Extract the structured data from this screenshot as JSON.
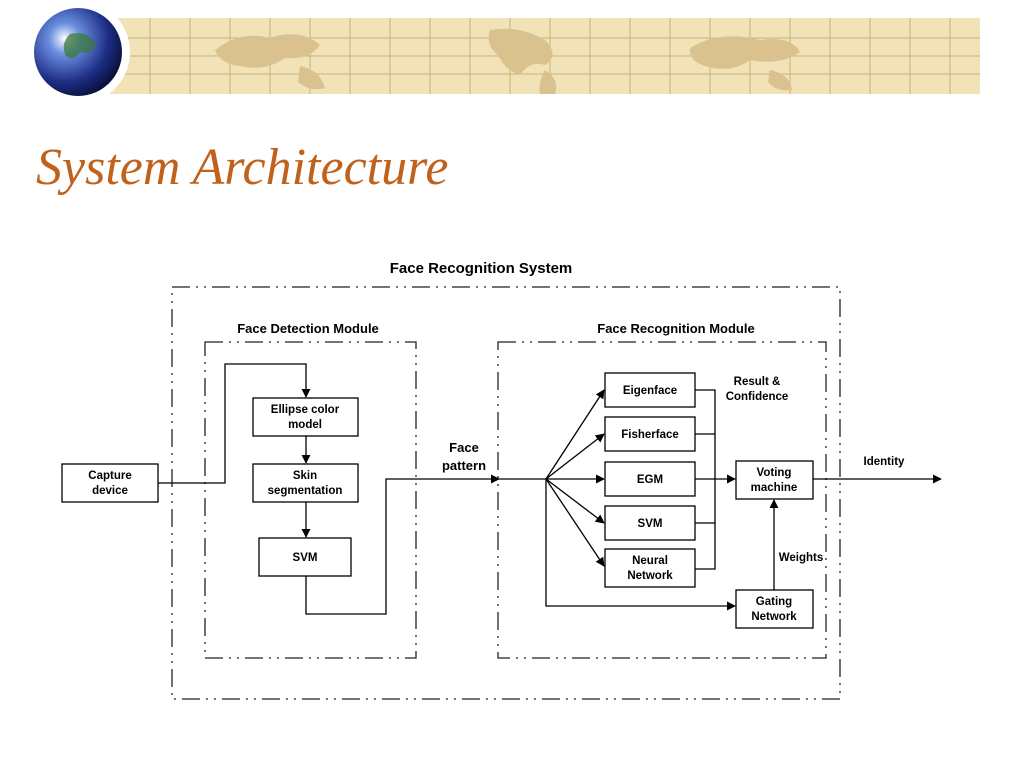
{
  "slide": {
    "title": "System Architecture",
    "banner": {
      "globe_icon": "globe-icon",
      "map_pattern": "world-map-grid",
      "colors": {
        "banner_bg": "#f1e2b8",
        "grid": "#c9b27a",
        "land": "#d9c28d",
        "title": "#c0621b"
      }
    }
  },
  "diagram": {
    "system_title": "Face Recognition System",
    "detection_module": {
      "title": "Face Detection Module",
      "boxes": {
        "ellipse": [
          "Ellipse color",
          "model"
        ],
        "skin": [
          "Skin",
          "segmentation"
        ],
        "svm": "SVM"
      }
    },
    "recognition_module": {
      "title": "Face Recognition Module",
      "boxes": {
        "eigenface": "Eigenface",
        "fisherface": "Fisherface",
        "egm": "EGM",
        "svm": "SVM",
        "neural": [
          "Neural",
          "Network"
        ],
        "voting": [
          "Voting",
          "machine"
        ],
        "gating": [
          "Gating",
          "Network"
        ]
      },
      "result_label": [
        "Result &",
        "Confidence"
      ],
      "weights_label": "Weights"
    },
    "capture": [
      "Capture",
      "device"
    ],
    "face_pattern": [
      "Face",
      "pattern"
    ],
    "identity": "Identity"
  }
}
